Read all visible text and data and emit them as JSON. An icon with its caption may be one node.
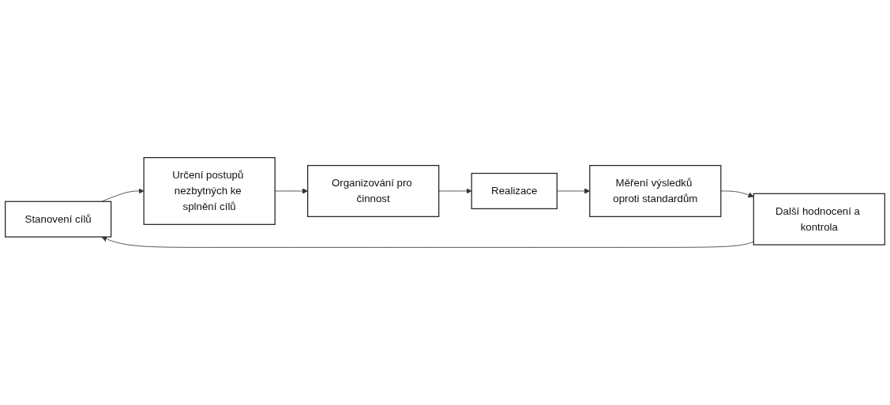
{
  "diagram": {
    "nodes": [
      {
        "text": [
          "Stanovení cílů"
        ]
      },
      {
        "text": [
          "Určení postupů nezbytných ke splnění cílů"
        ]
      },
      {
        "text": [
          "Organizování pro činnost"
        ]
      },
      {
        "text": [
          "Realizace"
        ]
      },
      {
        "text": [
          "Měření výsledků oproti standardům"
        ]
      },
      {
        "text": [
          "Další hodnocení a kontrola"
        ]
      }
    ],
    "edges": [
      {
        "from": 0,
        "to": 1,
        "arrow": "to"
      },
      {
        "from": 1,
        "to": 2,
        "arrow": "to"
      },
      {
        "from": 2,
        "to": 3,
        "arrow": "to"
      },
      {
        "from": 3,
        "to": 4,
        "arrow": "to"
      },
      {
        "from": 4,
        "to": 5,
        "arrow": "to"
      },
      {
        "from": 5,
        "to": 0,
        "arrow": "to"
      }
    ]
  }
}
